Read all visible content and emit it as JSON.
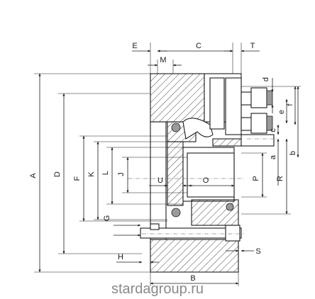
{
  "watermark": "stardagroup.ru",
  "dimensions": {
    "A": "A",
    "D": "D",
    "F": "F",
    "K": "K",
    "L": "L",
    "J": "J",
    "U": "U",
    "O": "O",
    "P": "P",
    "R": "R",
    "G": "G",
    "H": "H",
    "B": "B",
    "S": "S",
    "E": "E",
    "M": "M",
    "C": "C",
    "T": "T",
    "d": "d",
    "e": "e",
    "f": "f",
    "c": "c",
    "a": "a",
    "b": "b"
  }
}
